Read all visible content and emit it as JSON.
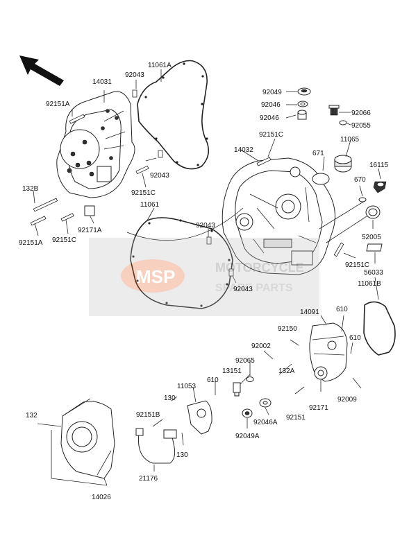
{
  "diagram": {
    "labels": {
      "p14031": "14031",
      "p92043a": "92043",
      "p11061A": "11061A",
      "p92151A_top": "92151A",
      "p92049": "92049",
      "p92046a": "92046",
      "p92046b": "92046",
      "p92066": "92066",
      "p92055": "92055",
      "p92151C_top": "92151C",
      "p14032": "14032",
      "p671": "671",
      "p11065": "11065",
      "p16115": "16115",
      "p670": "670",
      "p92043b": "92043",
      "p132B": "132B",
      "p92151C_mid": "92151C",
      "p11061": "11061",
      "p92043c": "92043",
      "p92151A_bot": "92151A",
      "p92151C_bot": "92151C",
      "p92171A": "92171A",
      "p52005": "52005",
      "p92151C_right": "92151C",
      "p56033": "56033",
      "p92043d": "92043",
      "p11061B": "11061B",
      "p14091": "14091",
      "p610a": "610",
      "p92150": "92150",
      "p610b": "610",
      "p92002": "92002",
      "p92065": "92065",
      "p13151": "13151",
      "p132A": "132A",
      "p11053": "11053",
      "p610c": "610",
      "p92009": "92009",
      "p130a": "130",
      "p92171": "92171",
      "p92151B": "92151B",
      "p92151": "92151",
      "p92046A": "92046A",
      "p92049A": "92049A",
      "p132": "132",
      "p130b": "130",
      "p21176": "21176",
      "p14026": "14026"
    },
    "watermark": {
      "logo": "MSP",
      "line1": "MOTORCYCLE",
      "line2": "SPARE PARTS"
    }
  }
}
